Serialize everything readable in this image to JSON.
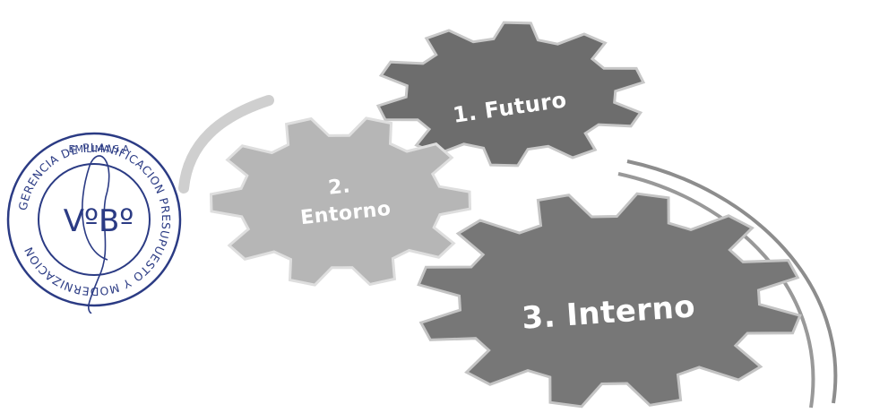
{
  "gears": [
    {
      "label_lines": [
        "1. Futuro"
      ],
      "color": "#6d6d6d"
    },
    {
      "label_lines": [
        "2.",
        "Entorno"
      ],
      "color": "#b6b6b6"
    },
    {
      "label_lines": [
        "3. Interno"
      ],
      "color": "#777777"
    }
  ],
  "stamp": {
    "ring_text": "GERENCIA DE PLANIFICACION PRESUPUESTO Y MODERNIZACION",
    "company": "EMILIMA S.A.",
    "center_text": "VºBº",
    "color": "#2b3b84"
  }
}
